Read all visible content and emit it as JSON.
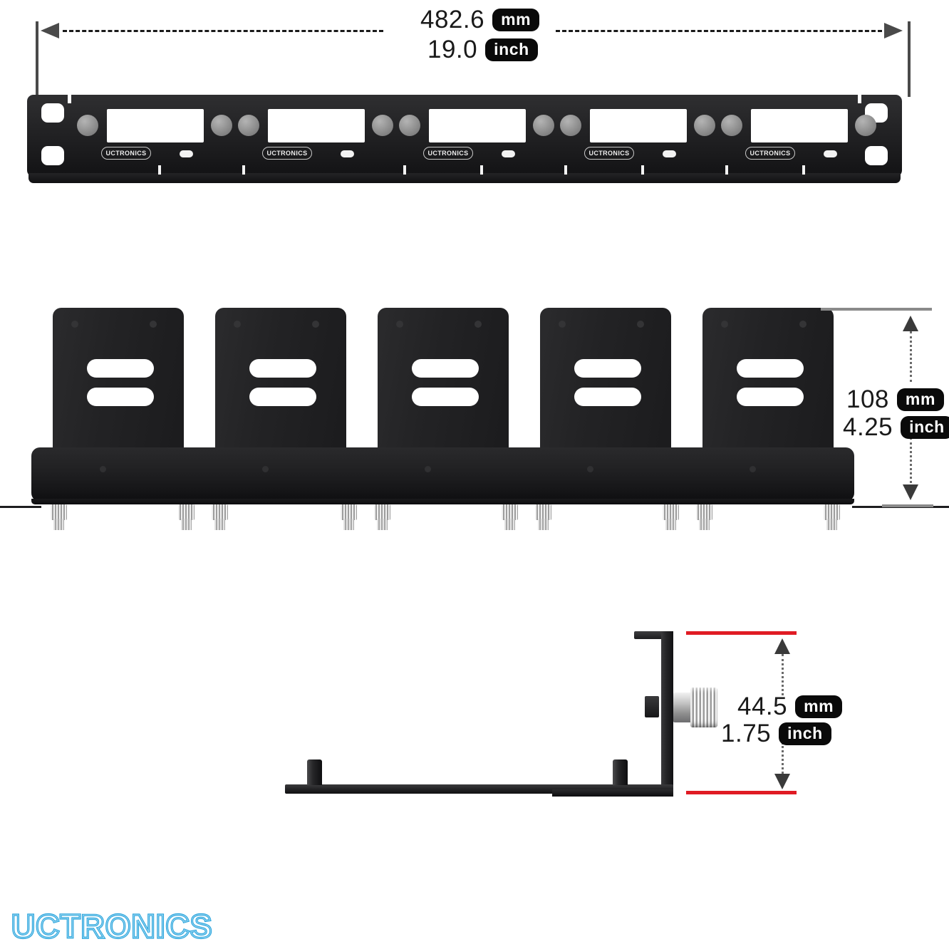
{
  "product": {
    "brand": "UCTRONICS",
    "module_badge_label": "UCTRONICS",
    "module_count": 5
  },
  "dimensions": {
    "width": {
      "name": "panel-width",
      "mm_value": "482.6",
      "mm_unit": "mm",
      "inch_value": "19.0",
      "inch_unit": "inch"
    },
    "height": {
      "name": "bracket-height",
      "mm_value": "108",
      "mm_unit": "mm",
      "inch_value": "4.25",
      "inch_unit": "inch"
    },
    "depth": {
      "name": "panel-depth",
      "mm_value": "44.5",
      "mm_unit": "mm",
      "inch_value": "1.75",
      "inch_unit": "inch"
    }
  },
  "colors": {
    "brand_accent": "#29a3dc",
    "body_black": "#232325",
    "highlight_red": "#e01b24",
    "port_gray": "#8e8e8e"
  },
  "logo": {
    "text": "UCTRONICS"
  }
}
